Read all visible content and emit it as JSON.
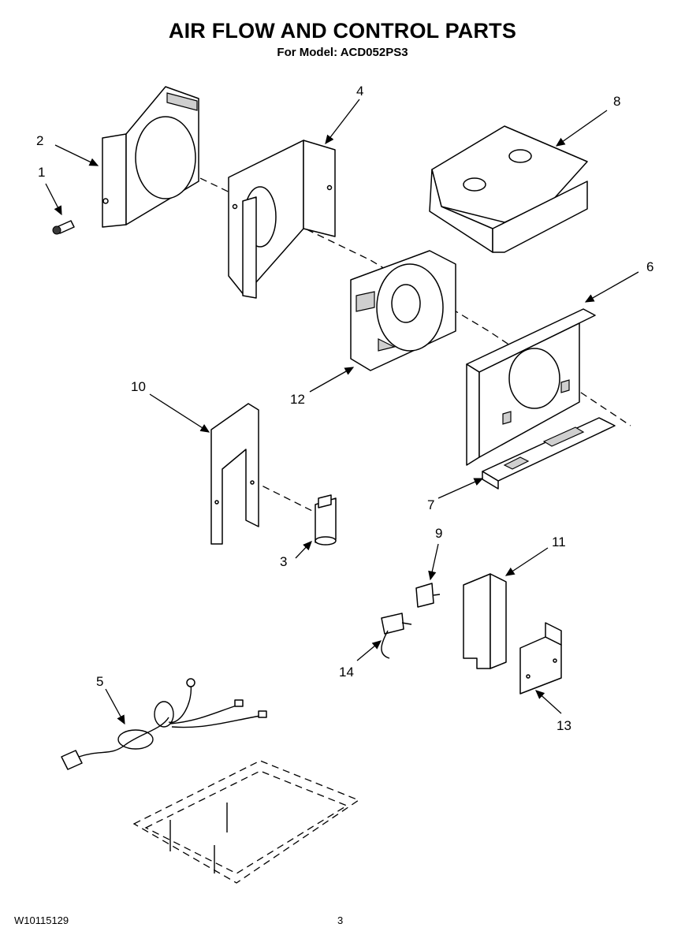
{
  "header": {
    "title": "AIR FLOW AND CONTROL PARTS",
    "subtitle": "For Model: ACD052PS3"
  },
  "footer": {
    "doc_number": "W10115129",
    "page_number": "3"
  },
  "callouts": {
    "c1": "1",
    "c2": "2",
    "c3": "3",
    "c4": "4",
    "c5": "5",
    "c6": "6",
    "c7": "7",
    "c8": "8",
    "c9": "9",
    "c10": "10",
    "c11": "11",
    "c12": "12",
    "c13": "13",
    "c14": "14"
  }
}
